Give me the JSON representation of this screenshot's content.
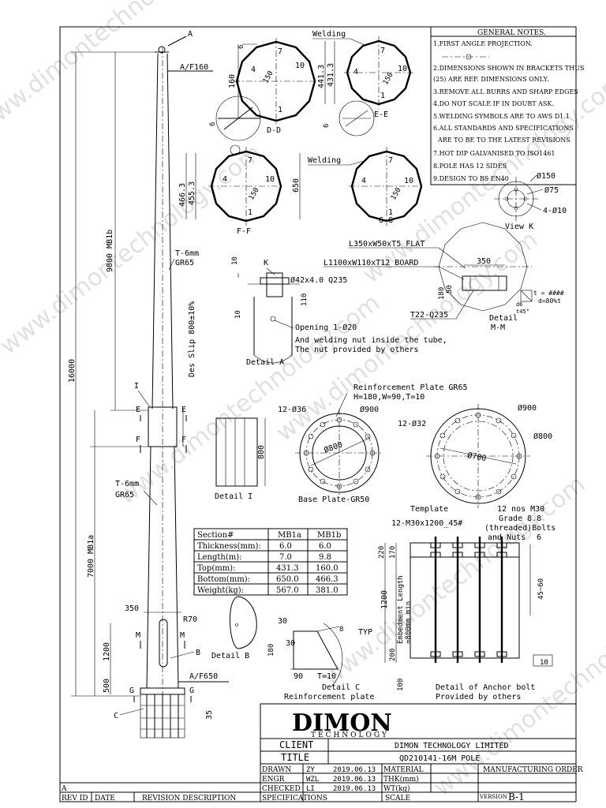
{
  "watermark": "www.dimontechnology.com",
  "notes": {
    "title": "GENERAL NOTES.",
    "items": [
      "1.FIRST ANGLE PROJECTION.",
      "2.DIMENSIONS SHOWN IN BRACKETS THUS",
      "(25) ARE REF. DIMENSIONS ONLY.",
      "3.REMOVE ALL BURRS AND SHARP EDGES",
      "4.DO NOT SCALE IF IN DOUBT ASK.",
      "5.WELDING SYMBOLS ARE TO AWS D1.1",
      "6.ALL STANDARDS AND SPECIFICATIONS",
      "ARE TO BE TO THE LATEST REVISIONS",
      "7.HOT DIP GALVANISED TO ISO1461",
      "8.POLE HAS 12 SIDES",
      "9.DESIGN TO BS EN40"
    ]
  },
  "pole": {
    "a_marker": "A",
    "af_top": "A/F160",
    "af_bottom": "A/F650",
    "total_height": "16000",
    "upper_length": "9800 MB1b",
    "lower_length": "7000 MB1a",
    "t_upper": "T-6mm",
    "gr_upper": "GR65",
    "t_lower": "T-6mm",
    "gr_lower": "GR65",
    "slip": "Des Slip 800±10%",
    "i_marker": "I",
    "e_left": "E",
    "e_right": "E",
    "f_left": "F",
    "f_right": "F",
    "dim_350": "350",
    "r70": "R70",
    "m_left": "M",
    "m_right": "M",
    "dim_1200": "1200",
    "b_marker": "B",
    "dim_500": "500",
    "g_left": "G",
    "g_right": "G",
    "c_marker": "C",
    "dim_35": "35"
  },
  "sections": {
    "dd": {
      "label": "D-D",
      "dim_160": "160",
      "dim_6": "6",
      "n7": "7",
      "n4": "4",
      "n10": "10",
      "n1": "1",
      "n150": "150"
    },
    "ee": {
      "label": "E-E",
      "welding": "Welding",
      "dim_441": "441.3",
      "dim_431": "431.3",
      "n7": "7",
      "n4": "4",
      "n10": "10",
      "n1": "1",
      "n150": "150",
      "dim_6": "6"
    },
    "ff": {
      "label": "F-F",
      "dim_466a": "466.3",
      "dim_466b": "455.3",
      "n7": "7",
      "n4": "4",
      "n10": "10",
      "n1": "1",
      "n150": "150",
      "dim_6": "6"
    },
    "gg": {
      "label": "G-G",
      "welding": "Welding",
      "dim_650": "650",
      "n7": "7",
      "n4": "4",
      "n10": "10",
      "n1": "1",
      "n150": "150"
    }
  },
  "view_k": {
    "label": "View K",
    "d150": "Ø150",
    "d75": "Ø75",
    "holes": "4-Ø10"
  },
  "detail_m": {
    "flat": "L350xW50xT5 FLAT",
    "board": "L1100xW110xT12 BOARD",
    "dim_350": "350",
    "dim_180": "180",
    "dim_50": "50",
    "t22": "T22-Q235",
    "label1": "Detail",
    "label2": "M-M",
    "weld1": "t = ####",
    "weld2": "d=80%t",
    "weld3": "d6",
    "weld4": "t45°"
  },
  "detail_a": {
    "k": "K",
    "dim_10a": "10",
    "dim_10b": "10",
    "dim_110": "110",
    "dim_10c": "10",
    "pipe": "Ø42x4.0 Q235",
    "opening": "Opening 1-Ø20",
    "nut1": "And welding nut inside the tube,",
    "nut2": "The nut provided by others",
    "label": "Detail A"
  },
  "detail_i": {
    "dim_800": "800",
    "label": "Detail I"
  },
  "base_plate": {
    "rp_title": "Reinforcement Plate GR65",
    "rp_dims": "H=180,W=90,T=10",
    "holes": "12-Ø36",
    "d900": "Ø900",
    "d800": "Ø800",
    "label": "Base Plate-GR50"
  },
  "template": {
    "holes": "12-Ø32",
    "d900": "Ø900",
    "d800": "Ø800",
    "d700": "Ø700",
    "label": "Template"
  },
  "table": {
    "headers": [
      "Section#",
      "MB1a",
      "MB1b"
    ],
    "rows": [
      [
        "Thickness(mm):",
        "6.0",
        "6.0"
      ],
      [
        "Length(m):",
        "7.0",
        "9.8"
      ],
      [
        "Top(mm):",
        "431.3",
        "160.0"
      ],
      [
        "Bottom(mm):",
        "650.0",
        "466.3"
      ],
      [
        "Weight(kg):",
        "567.0",
        "381.0"
      ]
    ]
  },
  "anchor": {
    "bolts_spec": "12-M30x1200_45#",
    "nos": "12 nos M30",
    "grade": "Grade 8.8",
    "threaded": "(threaded)Bolts",
    "nuts": "and Nuts",
    "dim_6": "6",
    "dim_220": "220",
    "dim_170": "170",
    "dim_1200": "1200",
    "embed1": "Embedment Length",
    "embed2": "=800mm min",
    "dim_200": "200",
    "dim_100": "100",
    "dim_4560": "45~60",
    "dim_10": "10",
    "label1": "Detail of Anchor bolt",
    "label2": "Provided by others"
  },
  "detail_b": {
    "label": "Detail B"
  },
  "detail_c": {
    "dim_30a": "30",
    "dim_30b": "30",
    "dim_180": "180",
    "dim_90": "90",
    "t10": "T=10",
    "weld": "8",
    "typ": "TYP",
    "label1": "Detail C",
    "label2": "Reinforcement plate"
  },
  "title_block": {
    "logo": "DIMON",
    "logo_sub": "TECHNOLOGY",
    "client_label": "CLIENT",
    "client_value": "DIMON TECHNOLOGY LIMITED",
    "title_label": "TITLE",
    "title_value": "QD210141-16M POLE",
    "drawn": "DRAWN",
    "drawn_by": "ZY",
    "drawn_date": "2019.06.13",
    "engr": "ENGR",
    "engr_by": "WZL",
    "engr_date": "2019.06.13",
    "checked": "CHECKED",
    "checked_by": "LI",
    "checked_date": "2019.06.13",
    "material": "MATERIAL",
    "thk": "THK(mm)",
    "wt": "WT(kg)",
    "scale": "SCALE",
    "specs": "SPECIFICATIONS",
    "mfg": "MANUFACTURING ORDER",
    "version_label": "VERSION",
    "version_value": "B-1",
    "rev_a": "A",
    "rev_id": "REV ID",
    "date": "DATE",
    "rev_desc": "REVISION DESCRIPTION"
  }
}
